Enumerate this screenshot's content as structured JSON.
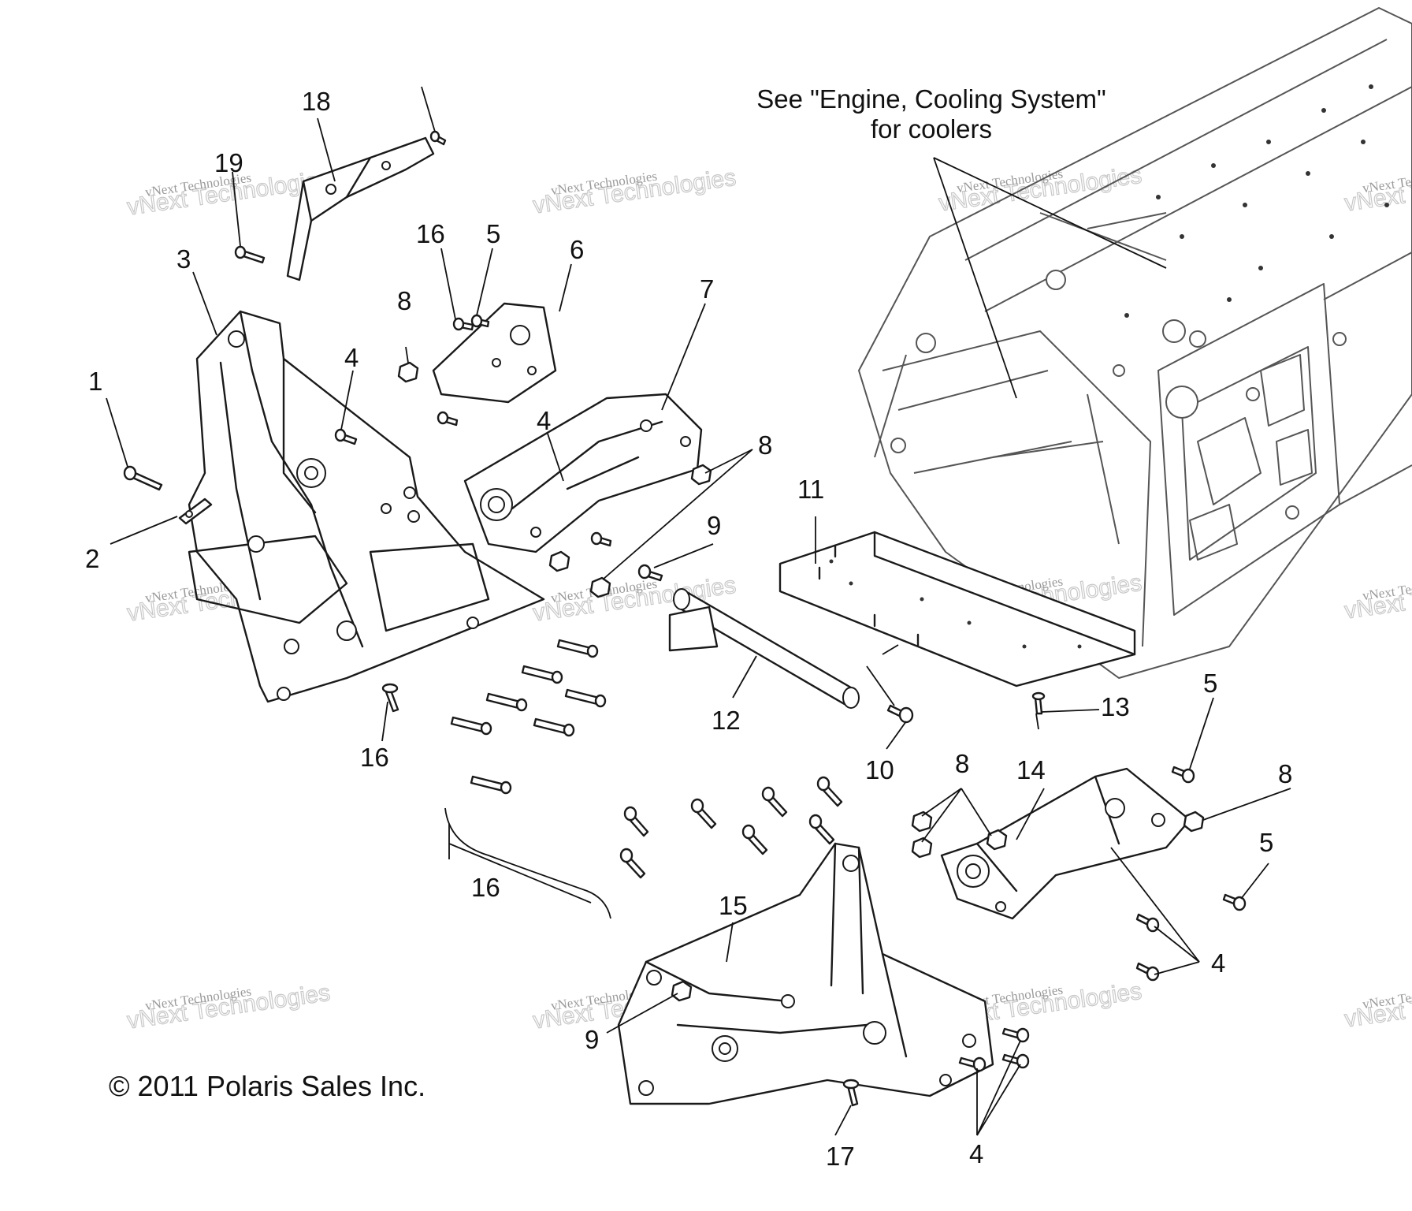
{
  "note": {
    "line1": "See \"Engine, Cooling System\"",
    "line2": "for coolers"
  },
  "copyright": "© 2011 Polaris Sales Inc.",
  "watermark": {
    "line1": "vNext Technologies",
    "line2": "vNext Technologies"
  },
  "callouts": [
    "1",
    "2",
    "3",
    "4",
    "4",
    "4",
    "4",
    "5",
    "5",
    "5",
    "6",
    "7",
    "8",
    "8",
    "8",
    "8",
    "9",
    "9",
    "10",
    "11",
    "12",
    "13",
    "14",
    "15",
    "16",
    "16",
    "16",
    "17",
    "18",
    "19"
  ],
  "colors": {
    "ink": "#1a1a1a",
    "engine": "#555555",
    "watermark": "#9a9a9a"
  }
}
